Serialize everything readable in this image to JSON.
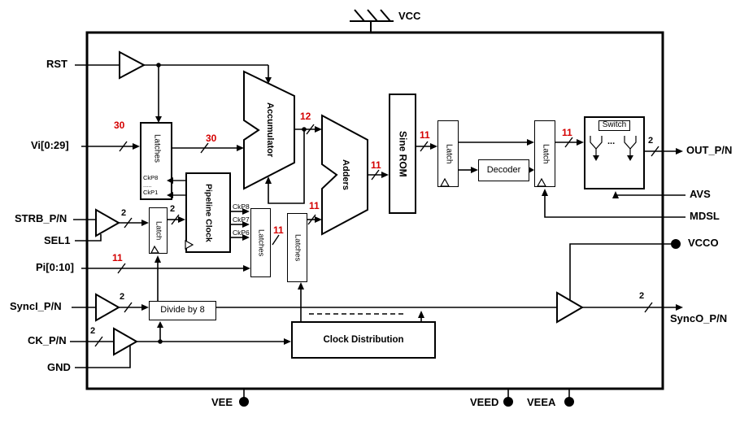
{
  "colors": {
    "bus": "#d40000",
    "line": "#000000"
  },
  "pins": {
    "vcc": "VCC",
    "vee": "VEE",
    "veed": "VEED",
    "veea": "VEEA",
    "vcco": "VCCO",
    "gnd": "GND"
  },
  "inputs": {
    "rst": "RST",
    "vi": "Vi[0:29]",
    "strb": "STRB_P/N",
    "sel1": "SEL1",
    "pi": "Pi[0:10]",
    "synci": "SyncI_P/N",
    "ck": "CK_P/N"
  },
  "outputs": {
    "out": "OUT_P/N",
    "avs": "AVS",
    "mdsl": "MDSL",
    "synco": "SyncO_P/N"
  },
  "blocks": {
    "latches_vi": "Latches",
    "pipeline_clock": "Pipeline Clock",
    "accumulator": "Accumulator",
    "adders": "Adders",
    "sine_rom": "Sine ROM",
    "latch_strb": "Latch",
    "latch1": "Latch",
    "decoder": "Decoder",
    "latch2": "Latch",
    "switch": "Switch",
    "latches_a": "Latches",
    "latches_b": "Latches",
    "divide_by_8": "Divide by 8",
    "clock_distribution": "Clock Distribution"
  },
  "clocks": {
    "ckp8_in": "CkP8",
    "dots": ".....",
    "ckp1_in": "CkP1",
    "ckp8": "CkP8",
    "ckp7": "CkP7",
    "ckp6": "CkP6"
  },
  "bus": {
    "vi_in": "30",
    "acc_in": "30",
    "acc_out": "12",
    "add_out": "11",
    "rom_out": "11",
    "sw_in": "11",
    "pi_in": "11",
    "la_out": "11",
    "lb_out": "11",
    "strb_in": "2",
    "strb_out": "2",
    "synci_in": "2",
    "ck_in": "2",
    "out": "2",
    "synco": "2"
  },
  "switch_dots": "..."
}
